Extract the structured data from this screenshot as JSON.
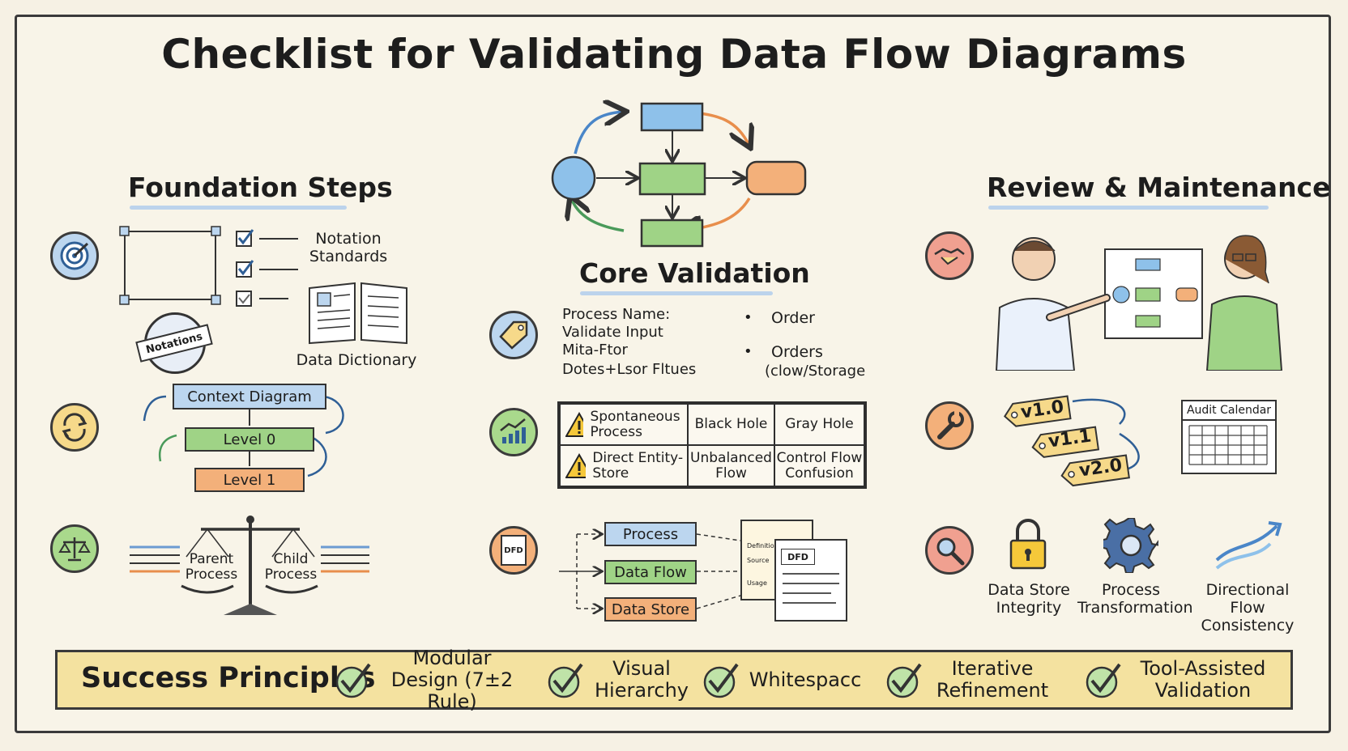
{
  "title": "Checklist for Validating Data Flow Diagrams",
  "sections": {
    "foundation": "Foundation Steps",
    "core": "Core Validation",
    "review": "Review & Maintenance"
  },
  "foundation": {
    "notation_label": "Notation Standards",
    "stamp": "Notations",
    "dictionary": "Data Dictionary",
    "levels": [
      "Context Diagram",
      "Level 0",
      "Level 1"
    ],
    "parent": "Parent Process",
    "child": "Child Process"
  },
  "core": {
    "process_lines": [
      "Process Name:",
      "Validate Input",
      "Mita-Ftor",
      "Dotes+Lsor Fltues"
    ],
    "bullets": [
      "Order",
      "Orders"
    ],
    "bullet_sub": "(clow/Storage",
    "errors": [
      [
        "Spontaneous Process",
        "Black Hole",
        "Gray Hole"
      ],
      [
        "Direct Entity-Store",
        "Unbalanced Flow",
        "Control Flow Confusion"
      ]
    ],
    "dfd_icon": "DFD",
    "elements": [
      "Process",
      "Data Flow",
      "Data Store"
    ],
    "doc_lines": [
      "Definitio",
      "Source",
      "Usage"
    ],
    "doc2": "DFD"
  },
  "review": {
    "versions": [
      "v1.0",
      "v1.1",
      "v2.0"
    ],
    "calendar": "Audit Calendar",
    "checks": [
      "Data Store Integrity",
      "Process Transformation",
      "Directional Flow Consistency"
    ]
  },
  "success": {
    "title": "Success Principles",
    "items": [
      "Modular Design (7±2 Rule)",
      "Visual Hierarchy",
      "Whitespacc",
      "Iterative Refinement",
      "Tool-Assisted Validation"
    ]
  },
  "colors": {
    "blue": "#8ec1ea",
    "green": "#9fd386",
    "orange": "#f3b07a",
    "yellow": "#f4e2a0",
    "red": "#f0a090"
  }
}
